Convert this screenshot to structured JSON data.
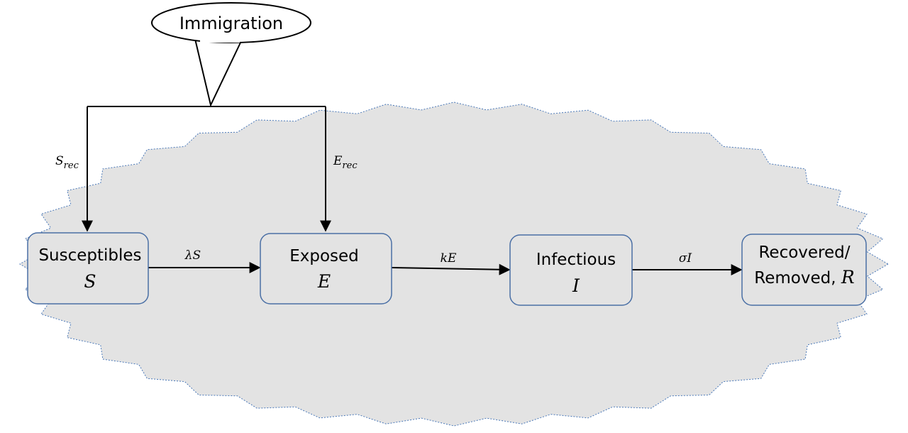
{
  "callout": {
    "label": "Immigration"
  },
  "nodes": {
    "susceptible": {
      "label": "Susceptibles",
      "var": "S"
    },
    "exposed": {
      "label": "Exposed",
      "var": "E"
    },
    "infectious": {
      "label": "Infectious",
      "var": "I"
    },
    "recovered": {
      "label_line1": "Recovered/",
      "label_line2": "Removed,",
      "var": "R"
    }
  },
  "edges": {
    "s_to_e": "λS",
    "e_to_i": "kE",
    "i_to_r": "σI"
  },
  "inflows": {
    "s_rec": {
      "base": "S",
      "sub": "rec"
    },
    "e_rec": {
      "base": "E",
      "sub": "rec"
    }
  },
  "colors": {
    "blob_fill": "#e3e3e3",
    "blob_stroke": "#4a78b8",
    "node_stroke": "#4a6fa5",
    "line": "#000000"
  }
}
